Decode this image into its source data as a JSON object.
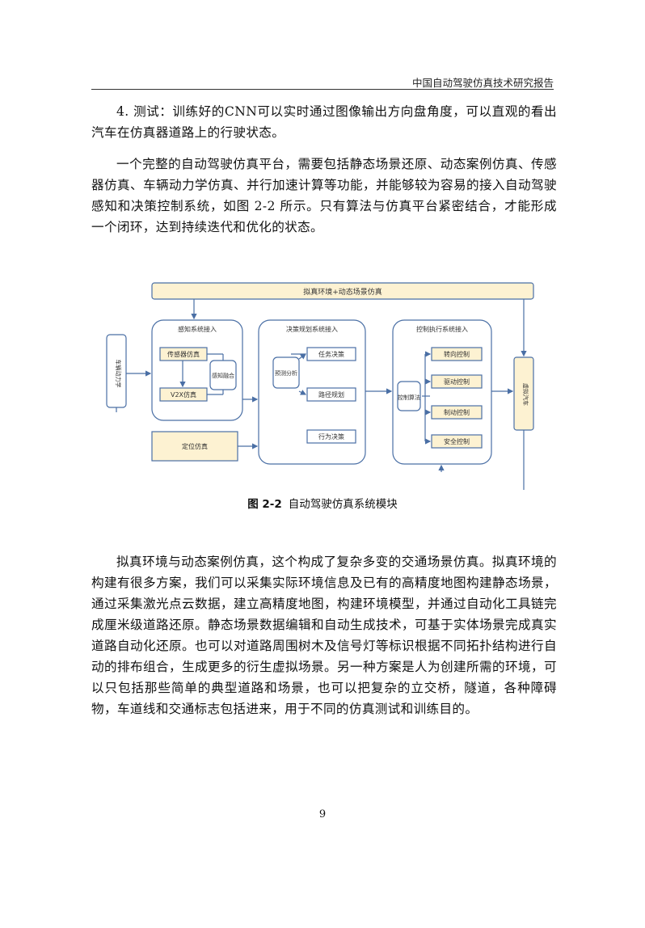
{
  "header": {
    "title": "中国自动驾驶仿真技术研究报告"
  },
  "paragraphs": {
    "p1": "4. 测试：训练好的CNN可以实时通过图像输出方向盘角度，可以直观的看出汽车在仿真器道路上的行驶状态。",
    "p2": "一个完整的自动驾驶仿真平台，需要包括静态场景还原、动态案例仿真、传感器仿真、车辆动力学仿真、并行加速计算等功能，并能够较为容易的接入自动驾驶感知和决策控制系统，如图 2-2 所示。只有算法与仿真平台紧密结合，才能形成一个闭环，达到持续迭代和优化的状态。",
    "p3": "拟真环境与动态案例仿真，这个构成了复杂多变的交通场景仿真。拟真环境的构建有很多方案，我们可以采集实际环境信息及已有的高精度地图构建静态场景，通过采集激光点云数据，建立高精度地图，构建环境模型，并通过自动化工具链完成厘米级道路还原。静态场景数据编辑和自动生成技术，可基于实体场景完成真实道路自动化还原。也可以对道路周围树木及信号灯等标识根据不同拓扑结构进行自动的排布组合，生成更多的衍生虚拟场景。另一种方案是人为创建所需的环境，可以只包括那些简单的典型道路和场景，也可以把复杂的立交桥，隧道，各种障碍物，车道线和交通标志包括进来，用于不同的仿真测试和训练目的。"
  },
  "diagram": {
    "top_bar": "拟真环境+动态场景仿真",
    "left_box": "车辆动力学",
    "perception_title": "感知系统接入",
    "sensor_sim": "传感器仿真",
    "v2x_sim": "V2X仿真",
    "fusion": "感知融合",
    "decision_title": "决策规划系统接入",
    "predict": "预测分析",
    "task_decision": "任务决策",
    "path_plan": "路径规划",
    "behavior": "行为决策",
    "control_title": "控制执行系统接入",
    "control_algo": "控制算法",
    "steer": "转向控制",
    "drive": "驱动控制",
    "brake": "制动控制",
    "safety": "安全控制",
    "virtual_car": "虚拟汽车",
    "positioning": "定位仿真",
    "colors": {
      "fill": "#fdf2d2",
      "stroke": "#4a6fa5"
    }
  },
  "figure": {
    "number": "图 2-2",
    "title": "自动驾驶仿真系统模块"
  },
  "footer": {
    "page": "9"
  }
}
